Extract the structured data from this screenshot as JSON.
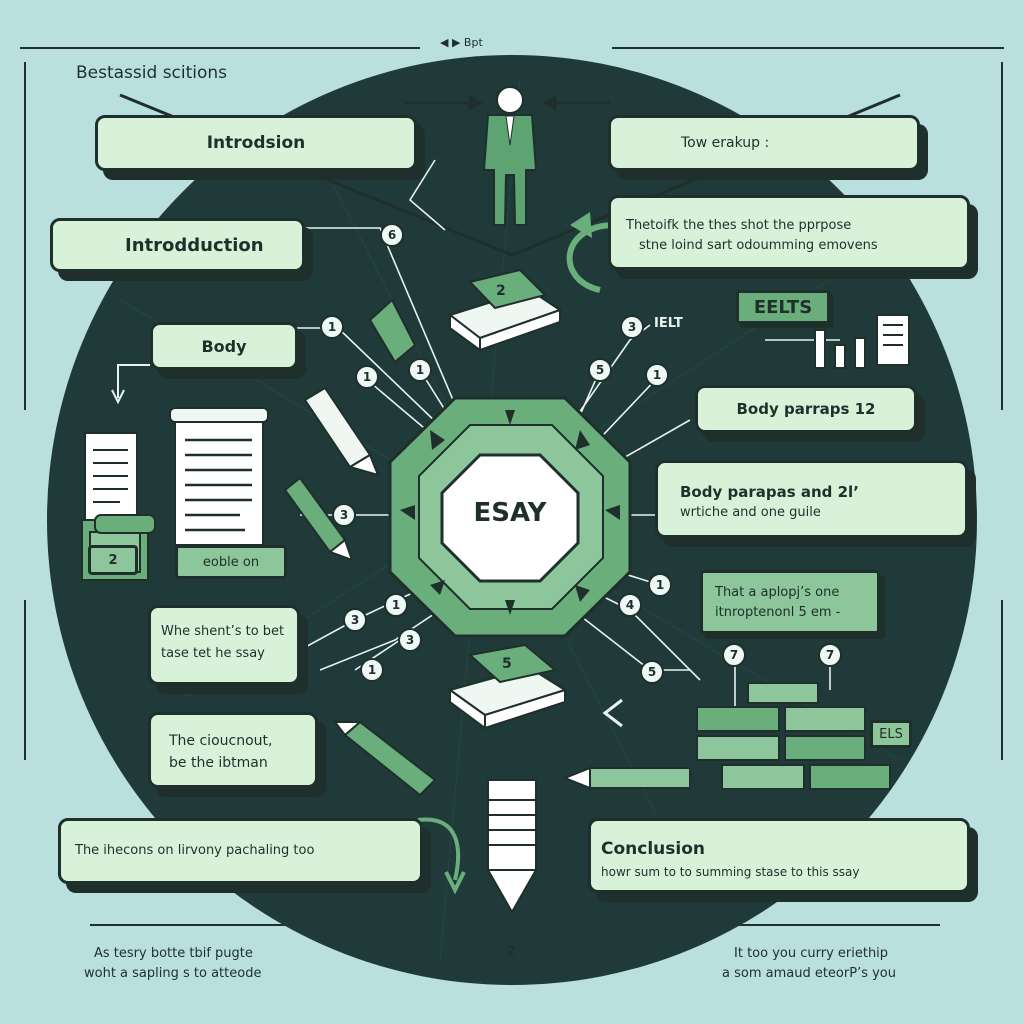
{
  "header": {
    "small_label": "◀ ▶ Bpt",
    "title": "Bestassid scitions"
  },
  "boxes": {
    "intro_top": "Introdsion",
    "top_right": "Tow erakup :",
    "intro": "Introdduction",
    "purpose_line1": "Thetoifk the thes shot the pprpose",
    "purpose_line2": "stne loind sart odoumming emovens",
    "body": "Body",
    "body_paras_12": "Body parraps 12",
    "body_paras_and_line1": "Body parapas and 2l’",
    "body_paras_and_line2": "wrtiche and one guile",
    "sable_on": "eoble on",
    "that_line1": "That a aplopj’s one",
    "that_line2": "itnroptenonl 5 em -",
    "when_line1": "Whe shent’s to bet",
    "when_line2": "tase tet he ssay",
    "conclusion_line1": "The cioucnout,",
    "conclusion_line2": "be the ibtman",
    "ihecons": "The ihecons on lirvony pachaling too",
    "conclusion_title": "Conclusion",
    "conclusion_sub": "howr sum to to summing stase to this ssay"
  },
  "center": {
    "label": "ESAY"
  },
  "signs": {
    "eelts": "EELTS",
    "ielt": "IELT",
    "els": "ELS"
  },
  "books": {
    "top_number": "2",
    "bottom_number": "5",
    "left_number": "2"
  },
  "badges": {
    "b_6": "6",
    "b_1a": "1",
    "b_1b": "1",
    "b_1c": "1",
    "b_3": "3",
    "b_5a": "5",
    "b_1d": "1",
    "b_3b": "3",
    "b_1e": "1",
    "b_3c": "3",
    "b_1f": "1",
    "b_3d": "3",
    "b_1g": "1",
    "b_4": "4",
    "b_5b": "5",
    "b_7a": "7",
    "b_7b": "7"
  },
  "footer": {
    "left_line1": "As tesry botte tbif pugte",
    "left_line2": "woht a sapling s to atteode",
    "page_number": "2",
    "right_line1": "It too you curry eriethip",
    "right_line2": "a som amaud eteorP’s you"
  },
  "colors": {
    "background": "#b9e0de",
    "dark": "#1f3a38",
    "box": "#d7f2d9",
    "accent": "#6aae7c"
  }
}
